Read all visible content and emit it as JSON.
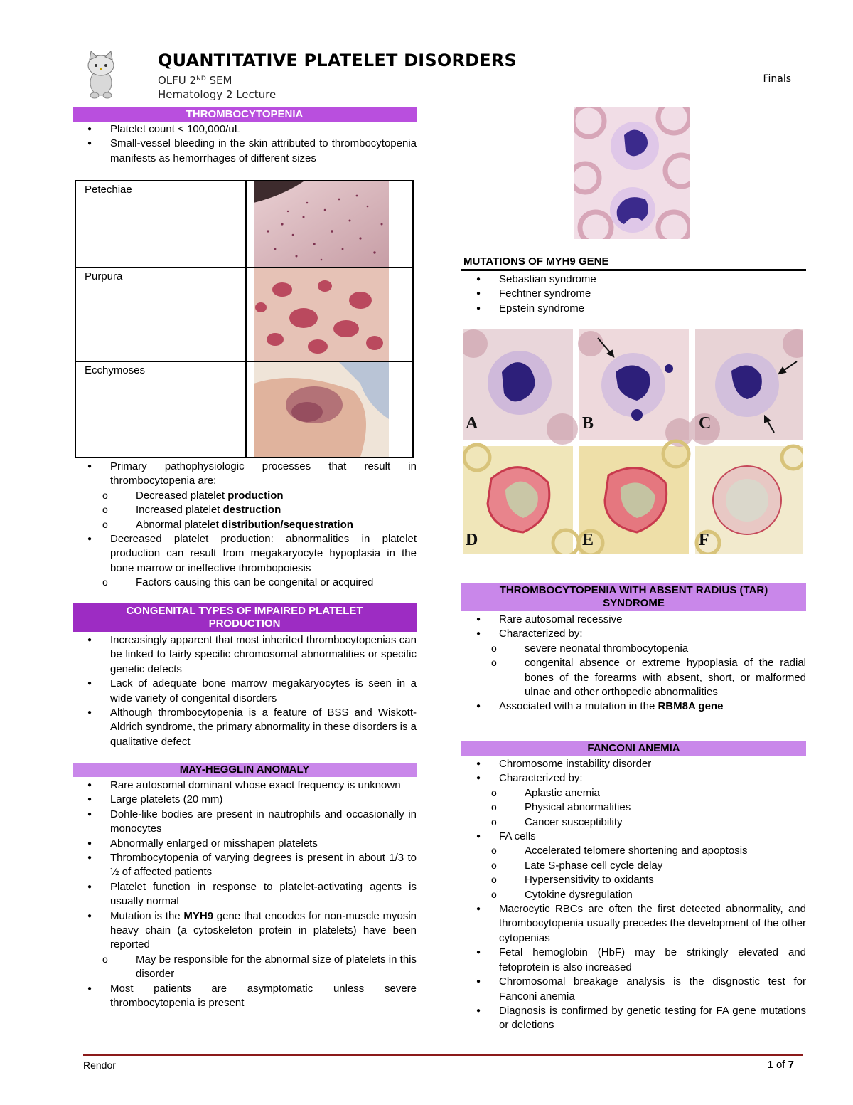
{
  "header": {
    "title": "QUANTITATIVE PLATELET DISORDERS",
    "line1_prefix": "OLFU 2",
    "line1_sup": "ND",
    "line1_suffix": " SEM",
    "line2": "Hematology 2 Lecture",
    "right": "Finals"
  },
  "thrombocytopenia": {
    "heading": "THROMBOCYTOPENIA",
    "bullets": [
      "Platelet count < 100,000/uL",
      "Small-vessel bleeding in the skin attributed to thrombocytopenia manifests as hemorrhages of different sizes"
    ],
    "table": [
      {
        "label": "Petechiae"
      },
      {
        "label": "Purpura"
      },
      {
        "label": "Ecchymoses"
      }
    ],
    "bullets2": {
      "b1": "Primary pathophysiologic processes that result in thrombocytopenia are:",
      "s1_pre": "Decreased platelet ",
      "s1_bold": "production",
      "s2_pre": "Increased platelet ",
      "s2_bold": "destruction",
      "s3_pre": "Abnormal platelet ",
      "s3_bold": "distribution/sequestration",
      "b2": "Decreased platelet production: abnormalities in platelet production can result from megakaryocyte hypoplasia in the bone marrow or ineffective thrombopoiesis",
      "s4": "Factors causing this can be congenital or acquired"
    }
  },
  "congenital": {
    "heading": "CONGENITAL TYPES OF IMPAIRED PLATELET PRODUCTION",
    "bullets": [
      "Increasingly apparent that most inherited thrombocytopenias can be linked to fairly specific chromosomal abnormalities or specific genetic defects",
      "Lack of adequate bone marrow megakaryocytes is seen in a wide variety of congenital disorders",
      "Although thrombocytopenia is a feature of BSS and Wiskott-Aldrich syndrome, the primary abnormality in these disorders is a qualitative defect"
    ]
  },
  "may_hegglin": {
    "heading": "MAY-HEGGLIN ANOMALY",
    "bullets": [
      "Rare autosomal dominant whose exact frequency is unknown",
      "Large platelets (20 mm)",
      "Dohle-like bodies are present in nautrophils and occasionally in monocytes",
      "Abnormally enlarged or misshapen platelets",
      "Thrombocytopenia of varying degrees is present in about 1/3 to ½ of affected patients",
      "Platelet function in response to platelet-activating agents is usually normal"
    ],
    "mutation_pre": "Mutation is the ",
    "mutation_bold": "MYH9",
    "mutation_post": " gene that encodes for non-muscle myosin heavy chain (a cytoskeleton protein in platelets) have been reported",
    "mutation_sub": "May be responsible for the abnormal size of platelets in this disorder",
    "last": "Most patients are asymptomatic unless severe thrombocytopenia is present"
  },
  "myh9": {
    "heading": "MUTATIONS OF MYH9 GENE",
    "bullets": [
      "Sebastian syndrome",
      "Fechtner syndrome",
      "Epstein syndrome"
    ],
    "panels": [
      "A",
      "B",
      "C",
      "D",
      "E",
      "F"
    ]
  },
  "tar": {
    "heading": "THROMBOCYTOPENIA WITH ABSENT RADIUS (TAR) SYNDROME",
    "b1": "Rare autosomal recessive",
    "b2": "Characterized by:",
    "s1": "severe neonatal thrombocytopenia",
    "s2": "congenital absence or extreme hypoplasia of the radial bones of the forearms with absent, short, or malformed ulnae and other orthopedic abnormalities",
    "b3_pre": "Associated with a mutation in the ",
    "b3_bold": "RBM8A gene"
  },
  "fanconi": {
    "heading": "FANCONI ANEMIA",
    "b1": "Chromosome instability disorder",
    "b2": "Characterized by:",
    "s1": "Aplastic anemia",
    "s2": "Physical abnormalities",
    "s3": "Cancer susceptibility",
    "b3": "FA cells",
    "s4": "Accelerated telomere shortening and apoptosis",
    "s5": "Late S-phase cell cycle delay",
    "s6": "Hypersensitivity to oxidants",
    "s7": "Cytokine dysregulation",
    "b4": "Macrocytic RBCs are often the first detected abnormality, and thrombocytopenia usually precedes the development of the other cytopenias",
    "b5": "Fetal hemoglobin (HbF) may be strikingly elevated and fetoprotein is also increased",
    "b6": "Chromosomal breakage analysis is the disgnostic test for Fanconi anemia",
    "b7": "Diagnosis is confirmed by genetic testing for FA gene mutations or deletions"
  },
  "footer": {
    "left": "Rendor",
    "page": "1",
    "of": " of ",
    "total": "7"
  },
  "colors": {
    "section": "#b94fde",
    "section_dark": "#9d2cc3",
    "footer_rule": "#8b1a1a"
  }
}
